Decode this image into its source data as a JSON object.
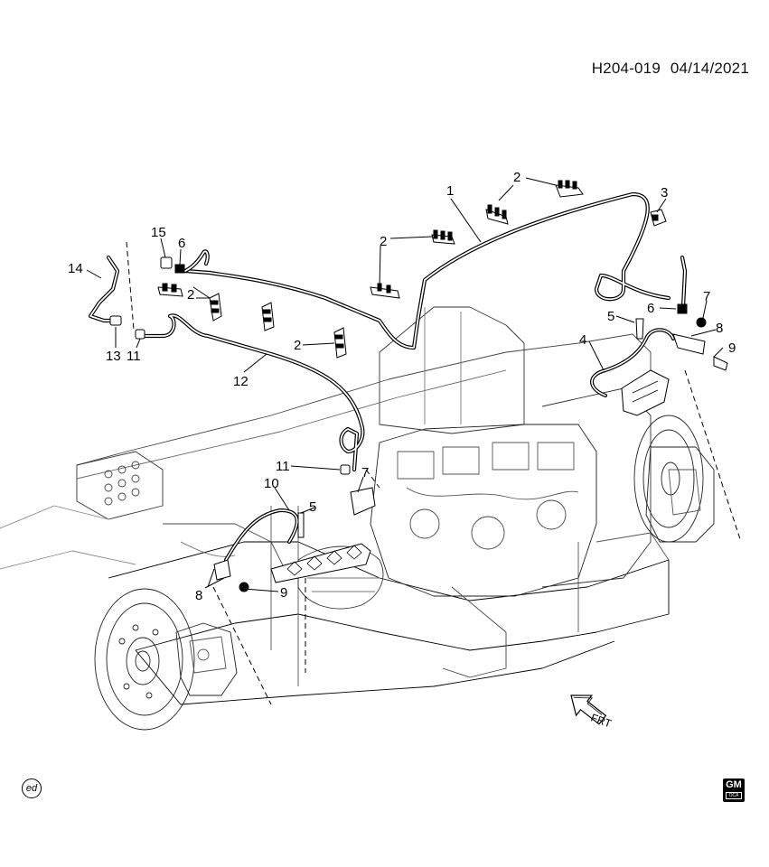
{
  "header": {
    "code": "H204-019",
    "date": "04/14/2021"
  },
  "callouts": [
    "1",
    "2",
    "3",
    "4",
    "5",
    "6",
    "7",
    "8",
    "9",
    "10",
    "11",
    "12",
    "13",
    "14",
    "15"
  ],
  "direction_indicator": {
    "text": "FRT",
    "icon": "forward-arrow-icon"
  },
  "footer": {
    "badge": "ed",
    "logo": {
      "mark": "GM",
      "sub": "OCA"
    }
  }
}
